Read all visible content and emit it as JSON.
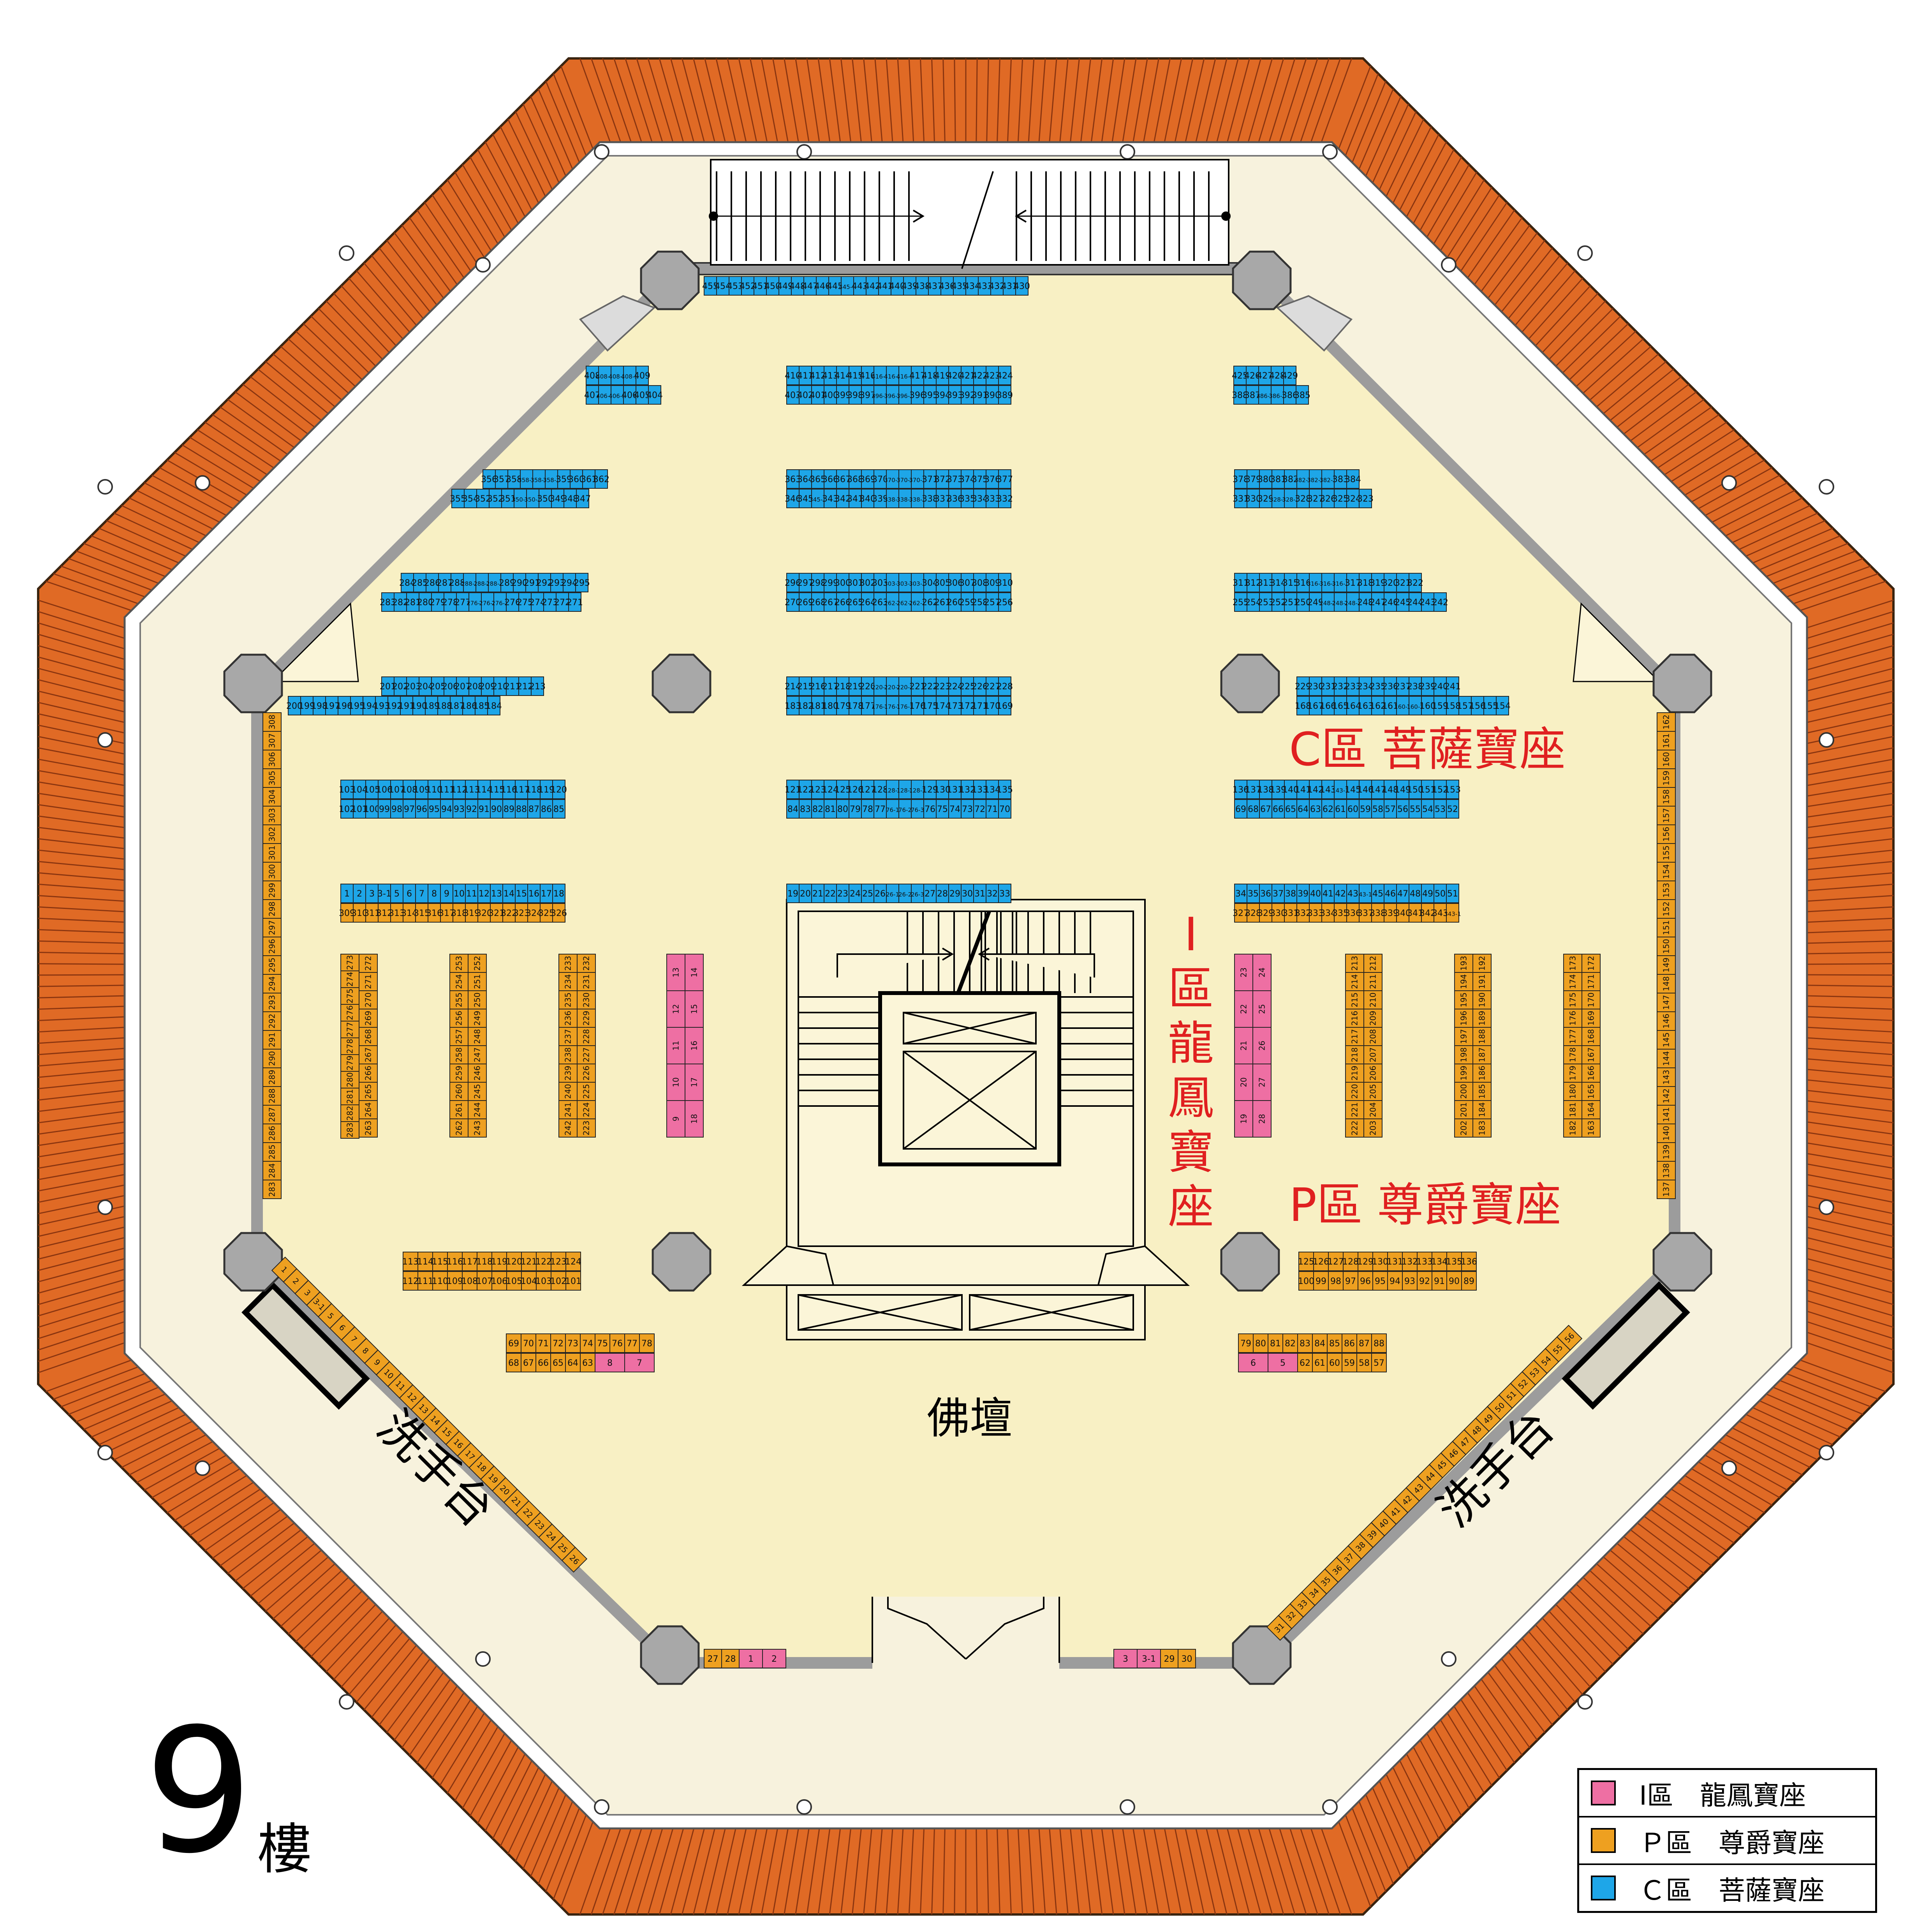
{
  "floor": {
    "number": "9",
    "unit": "樓"
  },
  "labels": {
    "zone_c": "C區 菩薩寶座",
    "zone_i": "I區龍鳳寶座",
    "zone_p": "P區 尊爵寶座",
    "altar": "佛壇",
    "sink": "洗手台"
  },
  "colors": {
    "i_zone": "#ee6fa3",
    "p_zone": "#eea020",
    "c_zone": "#1ea6e8",
    "roof": "#e06a25",
    "interior": "#f8f0c4",
    "walkway": "#f7f2dd",
    "wall": "#9c9c9c",
    "text_red": "#e02020"
  },
  "legend": [
    {
      "label": "Ⅰ區　龍鳳寶座",
      "color": "#ee6fa3"
    },
    {
      "label": "Ｐ區　尊爵寶座",
      "color": "#eea020"
    },
    {
      "label": "Ｃ區　菩薩寶座",
      "color": "#1ea6e8"
    }
  ],
  "seat_rows": [
    {
      "zone": "c",
      "labels": [
        "455",
        "454",
        "453",
        "452",
        "451",
        "450",
        "449",
        "448",
        "447",
        "446",
        "445",
        "445-1",
        "443",
        "442",
        "441",
        "440",
        "439",
        "438",
        "437",
        "436",
        "435",
        "434",
        "433",
        "432",
        "431",
        "430"
      ]
    },
    {
      "zone": "c",
      "labels": [
        "408",
        "408-1",
        "408-2",
        "408-3",
        "409"
      ]
    },
    {
      "zone": "c",
      "labels": [
        "407",
        "406-1",
        "406-2",
        "406",
        "405",
        "404"
      ]
    },
    {
      "zone": "c",
      "labels": [
        "410",
        "411",
        "412",
        "413",
        "414",
        "415",
        "416",
        "416-1",
        "416-2",
        "416-3",
        "417",
        "418",
        "419",
        "420",
        "421",
        "422",
        "423",
        "424"
      ]
    },
    {
      "zone": "c",
      "labels": [
        "403",
        "402",
        "401",
        "400",
        "399",
        "398",
        "397",
        "396-1",
        "396-2",
        "396-3",
        "396",
        "395",
        "394",
        "393",
        "392",
        "391",
        "390",
        "389"
      ]
    },
    {
      "zone": "c",
      "labels": [
        "425",
        "426",
        "427",
        "428",
        "429"
      ]
    },
    {
      "zone": "c",
      "labels": [
        "388",
        "387",
        "386-1",
        "386-2",
        "386",
        "385"
      ]
    },
    {
      "zone": "c",
      "labels": [
        "356",
        "357",
        "358",
        "358-1",
        "358-2",
        "358-3",
        "359",
        "360",
        "361",
        "362"
      ]
    },
    {
      "zone": "c",
      "labels": [
        "355",
        "354",
        "352",
        "352",
        "351",
        "350-1",
        "350-2",
        "350",
        "349",
        "348",
        "347"
      ]
    },
    {
      "zone": "c",
      "labels": [
        "363",
        "364",
        "365",
        "366",
        "367",
        "368",
        "369",
        "370",
        "370-1",
        "370-2",
        "370-3",
        "371",
        "372",
        "373",
        "374",
        "375",
        "376",
        "377"
      ]
    },
    {
      "zone": "c",
      "labels": [
        "346",
        "345",
        "345-1",
        "343",
        "342",
        "341",
        "340",
        "339",
        "338-1",
        "338-2",
        "338-3",
        "338",
        "337",
        "336",
        "335",
        "334",
        "333",
        "332"
      ]
    },
    {
      "zone": "c",
      "labels": [
        "378",
        "379",
        "380",
        "381",
        "382",
        "382-1",
        "382-2",
        "382-3",
        "383",
        "384"
      ]
    },
    {
      "zone": "c",
      "labels": [
        "331",
        "330",
        "329",
        "328-1",
        "328-2",
        "328",
        "327",
        "326",
        "325",
        "324",
        "323"
      ]
    },
    {
      "zone": "c",
      "labels": [
        "284",
        "285",
        "286",
        "287",
        "288",
        "288-1",
        "288-2",
        "288-3",
        "289",
        "290",
        "291",
        "292",
        "293",
        "294",
        "295"
      ]
    },
    {
      "zone": "c",
      "labels": [
        "283",
        "282",
        "281",
        "280",
        "279",
        "278",
        "277",
        "276-1",
        "276-2",
        "276-3",
        "276",
        "275",
        "274",
        "273",
        "272",
        "271"
      ]
    },
    {
      "zone": "c",
      "labels": [
        "296",
        "297",
        "298",
        "299",
        "300",
        "301",
        "302",
        "303",
        "303-1",
        "303-2",
        "303-3",
        "304",
        "305",
        "306",
        "307",
        "308",
        "309",
        "310"
      ]
    },
    {
      "zone": "c",
      "labels": [
        "270",
        "269",
        "268",
        "267",
        "266",
        "265",
        "264",
        "263",
        "262-1",
        "262-2",
        "262-3",
        "262",
        "261",
        "260",
        "259",
        "258",
        "257",
        "256"
      ]
    },
    {
      "zone": "c",
      "labels": [
        "311",
        "312",
        "313",
        "314",
        "315",
        "316",
        "316-1",
        "316-2",
        "316-3",
        "317",
        "318",
        "319",
        "320",
        "321",
        "322"
      ]
    },
    {
      "zone": "c",
      "labels": [
        "255",
        "254",
        "253",
        "252",
        "251",
        "250",
        "249",
        "248-1",
        "248-2",
        "248-3",
        "248",
        "247",
        "246",
        "245",
        "244",
        "243",
        "242"
      ]
    },
    {
      "zone": "c",
      "labels": [
        "201",
        "202",
        "203",
        "204",
        "205",
        "206",
        "207",
        "208",
        "209",
        "210",
        "211",
        "212",
        "213"
      ]
    },
    {
      "zone": "c",
      "labels": [
        "200",
        "199",
        "198",
        "197",
        "196",
        "195",
        "194",
        "193",
        "192",
        "191",
        "190",
        "189",
        "188",
        "187",
        "186",
        "185",
        "184"
      ]
    },
    {
      "zone": "c",
      "labels": [
        "214",
        "215",
        "216",
        "217",
        "218",
        "219",
        "220",
        "220-1",
        "220-2",
        "220-3",
        "221",
        "222",
        "223",
        "224",
        "225",
        "226",
        "227",
        "228"
      ]
    },
    {
      "zone": "c",
      "labels": [
        "183",
        "182",
        "181",
        "180",
        "179",
        "178",
        "177",
        "176-1",
        "176-2",
        "176-3",
        "176",
        "175",
        "174",
        "173",
        "172",
        "171",
        "170",
        "169"
      ]
    },
    {
      "zone": "c",
      "labels": [
        "229",
        "230",
        "231",
        "232",
        "233",
        "234",
        "235",
        "236",
        "237",
        "238",
        "239",
        "240",
        "241"
      ]
    },
    {
      "zone": "c",
      "labels": [
        "168",
        "167",
        "166",
        "165",
        "164",
        "163",
        "162",
        "161",
        "160-1",
        "160-2",
        "160",
        "159",
        "158",
        "157",
        "156",
        "155",
        "154"
      ]
    },
    {
      "zone": "c",
      "labels": [
        "103",
        "104",
        "105",
        "106",
        "107",
        "108",
        "109",
        "110",
        "111",
        "112",
        "113",
        "114",
        "115",
        "116",
        "117",
        "118",
        "119",
        "120"
      ]
    },
    {
      "zone": "c",
      "labels": [
        "102",
        "101",
        "100",
        "99",
        "98",
        "97",
        "96",
        "95",
        "94",
        "93",
        "92",
        "91",
        "90",
        "89",
        "88",
        "87",
        "86",
        "85"
      ]
    },
    {
      "zone": "c",
      "labels": [
        "121",
        "122",
        "123",
        "124",
        "125",
        "126",
        "127",
        "128",
        "128-1",
        "128-2",
        "128-3",
        "129",
        "130",
        "131",
        "132",
        "133",
        "134",
        "135"
      ]
    },
    {
      "zone": "c",
      "labels": [
        "84",
        "83",
        "82",
        "81",
        "80",
        "79",
        "78",
        "77",
        "76-1",
        "76-2",
        "76-3",
        "76",
        "75",
        "74",
        "73",
        "72",
        "71",
        "70"
      ]
    },
    {
      "zone": "c",
      "labels": [
        "136",
        "137",
        "138",
        "139",
        "140",
        "141",
        "142",
        "143",
        "143-1",
        "145",
        "146",
        "147",
        "148",
        "149",
        "150",
        "151",
        "152",
        "153"
      ]
    },
    {
      "zone": "c",
      "labels": [
        "69",
        "68",
        "67",
        "66",
        "65",
        "64",
        "63",
        "62",
        "61",
        "60",
        "59",
        "58",
        "57",
        "56",
        "55",
        "54",
        "53",
        "52"
      ]
    },
    {
      "zone": "c",
      "labels": [
        "1",
        "2",
        "3",
        "3-1",
        "5",
        "6",
        "7",
        "8",
        "9",
        "10",
        "11",
        "12",
        "13",
        "14",
        "15",
        "16",
        "17",
        "18"
      ]
    },
    {
      "zone": "p",
      "labels": [
        "309",
        "310",
        "311",
        "312",
        "313",
        "314",
        "315",
        "316",
        "317",
        "318",
        "319",
        "320",
        "321",
        "322",
        "323",
        "324",
        "325",
        "326"
      ]
    },
    {
      "zone": "c",
      "labels": [
        "19",
        "20",
        "21",
        "22",
        "23",
        "24",
        "25",
        "26",
        "26-1",
        "26-2",
        "26-3",
        "27",
        "28",
        "29",
        "30",
        "31",
        "32",
        "33"
      ]
    },
    {
      "zone": "c",
      "labels": [
        "34",
        "35",
        "36",
        "37",
        "38",
        "39",
        "40",
        "41",
        "42",
        "43",
        "43-1",
        "45",
        "46",
        "47",
        "48",
        "49",
        "50",
        "51"
      ]
    },
    {
      "zone": "p",
      "labels": [
        "327",
        "328",
        "329",
        "330",
        "331",
        "332",
        "333",
        "334",
        "335",
        "336",
        "337",
        "338",
        "339",
        "340",
        "341",
        "342",
        "343",
        "343-1"
      ]
    },
    {
      "zone": "p",
      "labels": [
        "113",
        "114",
        "115",
        "116",
        "117",
        "118",
        "119",
        "120",
        "121",
        "122",
        "123",
        "124"
      ]
    },
    {
      "zone": "p",
      "labels": [
        "112",
        "111",
        "110",
        "109",
        "108",
        "107",
        "106",
        "105",
        "104",
        "103",
        "102",
        "101"
      ]
    },
    {
      "zone": "p",
      "labels": [
        "125",
        "126",
        "127",
        "128",
        "129",
        "130",
        "131",
        "132",
        "133",
        "134",
        "135",
        "136"
      ]
    },
    {
      "zone": "p",
      "labels": [
        "100",
        "99",
        "98",
        "97",
        "96",
        "95",
        "94",
        "93",
        "92",
        "91",
        "90",
        "89"
      ]
    },
    {
      "zone": "p",
      "labels": [
        "69",
        "70",
        "71",
        "72",
        "73",
        "74",
        "75",
        "76",
        "77",
        "78"
      ]
    },
    {
      "zone": "p",
      "labels": [
        "68",
        "67",
        "66",
        "65",
        "64",
        "63"
      ]
    },
    {
      "zone": "i",
      "labels": [
        "8",
        "7"
      ]
    },
    {
      "zone": "p",
      "labels": [
        "79",
        "80",
        "81",
        "82",
        "83",
        "84",
        "85",
        "86",
        "87",
        "88"
      ]
    },
    {
      "zone": "i",
      "labels": [
        "6",
        "5"
      ]
    },
    {
      "zone": "p",
      "labels": [
        "62",
        "61",
        "60",
        "59",
        "58",
        "57"
      ]
    },
    {
      "zone": "p",
      "labels": [
        "27",
        "28"
      ]
    },
    {
      "zone": "i",
      "labels": [
        "1",
        "2"
      ]
    },
    {
      "zone": "i",
      "labels": [
        "3",
        "3-1"
      ]
    },
    {
      "zone": "p",
      "labels": [
        "29",
        "30"
      ]
    }
  ],
  "seat_columns": [
    {
      "zone": "p",
      "labels": [
        "273",
        "274",
        "275",
        "276",
        "277",
        "278",
        "279",
        "280",
        "281",
        "282",
        "283"
      ]
    },
    {
      "zone": "p",
      "labels": [
        "272",
        "271",
        "270",
        "269",
        "268",
        "267",
        "266",
        "265",
        "264",
        "263"
      ]
    },
    {
      "zone": "p",
      "labels": [
        "253",
        "254",
        "255",
        "256",
        "257",
        "258",
        "259",
        "260",
        "261",
        "262"
      ]
    },
    {
      "zone": "p",
      "labels": [
        "252",
        "251",
        "250",
        "249",
        "248",
        "247",
        "246",
        "245",
        "244",
        "243"
      ]
    },
    {
      "zone": "p",
      "labels": [
        "233",
        "234",
        "235",
        "236",
        "237",
        "238",
        "239",
        "240",
        "241",
        "242"
      ]
    },
    {
      "zone": "p",
      "labels": [
        "232",
        "231",
        "230",
        "229",
        "228",
        "227",
        "226",
        "225",
        "224",
        "223"
      ]
    },
    {
      "zone": "i",
      "labels": [
        "13",
        "12",
        "11",
        "10",
        "9"
      ]
    },
    {
      "zone": "i",
      "labels": [
        "14",
        "15",
        "16",
        "17",
        "18"
      ]
    },
    {
      "zone": "i",
      "labels": [
        "23",
        "22",
        "21",
        "20",
        "19"
      ]
    },
    {
      "zone": "i",
      "labels": [
        "24",
        "25",
        "26",
        "27",
        "28"
      ]
    },
    {
      "zone": "p",
      "labels": [
        "213",
        "214",
        "215",
        "216",
        "217",
        "218",
        "219",
        "220",
        "221",
        "222"
      ]
    },
    {
      "zone": "p",
      "labels": [
        "212",
        "211",
        "210",
        "209",
        "208",
        "207",
        "206",
        "205",
        "204",
        "203"
      ]
    },
    {
      "zone": "p",
      "labels": [
        "193",
        "194",
        "195",
        "196",
        "197",
        "198",
        "199",
        "200",
        "201",
        "202"
      ]
    },
    {
      "zone": "p",
      "labels": [
        "192",
        "191",
        "190",
        "189",
        "188",
        "187",
        "186",
        "185",
        "184",
        "183"
      ]
    },
    {
      "zone": "p",
      "labels": [
        "173",
        "174",
        "175",
        "176",
        "177",
        "178",
        "179",
        "180",
        "181",
        "182"
      ]
    },
    {
      "zone": "p",
      "labels": [
        "172",
        "171",
        "170",
        "169",
        "168",
        "167",
        "166",
        "165",
        "164",
        "163"
      ]
    },
    {
      "zone": "p",
      "labels": [
        "308",
        "307",
        "306",
        "305",
        "304",
        "303",
        "302",
        "301",
        "300",
        "299",
        "298",
        "297",
        "296",
        "295",
        "294",
        "293",
        "292",
        "291",
        "290",
        "289",
        "288",
        "287",
        "286",
        "285",
        "284",
        "283"
      ]
    },
    {
      "zone": "p",
      "labels": [
        "162",
        "161",
        "160",
        "159",
        "158",
        "157",
        "156",
        "155",
        "154",
        "153",
        "152",
        "151",
        "150",
        "149",
        "148",
        "147",
        "146",
        "145",
        "144",
        "143",
        "142",
        "141",
        "140",
        "139",
        "138",
        "137"
      ]
    }
  ],
  "seat_diagonals": [
    {
      "zone": "p",
      "labels": [
        "1",
        "2",
        "3",
        "3-1",
        "5",
        "6",
        "7",
        "8",
        "9",
        "10",
        "11",
        "12",
        "13",
        "14",
        "15",
        "16",
        "17",
        "18",
        "19",
        "20",
        "21",
        "22",
        "23",
        "24",
        "25",
        "26"
      ]
    },
    {
      "zone": "p",
      "labels": [
        "31",
        "32",
        "33",
        "34",
        "35",
        "36",
        "37",
        "38",
        "39",
        "40",
        "41",
        "42",
        "43",
        "44",
        "45",
        "46",
        "47",
        "48",
        "49",
        "50",
        "51",
        "52",
        "53",
        "54",
        "55",
        "56"
      ]
    }
  ]
}
